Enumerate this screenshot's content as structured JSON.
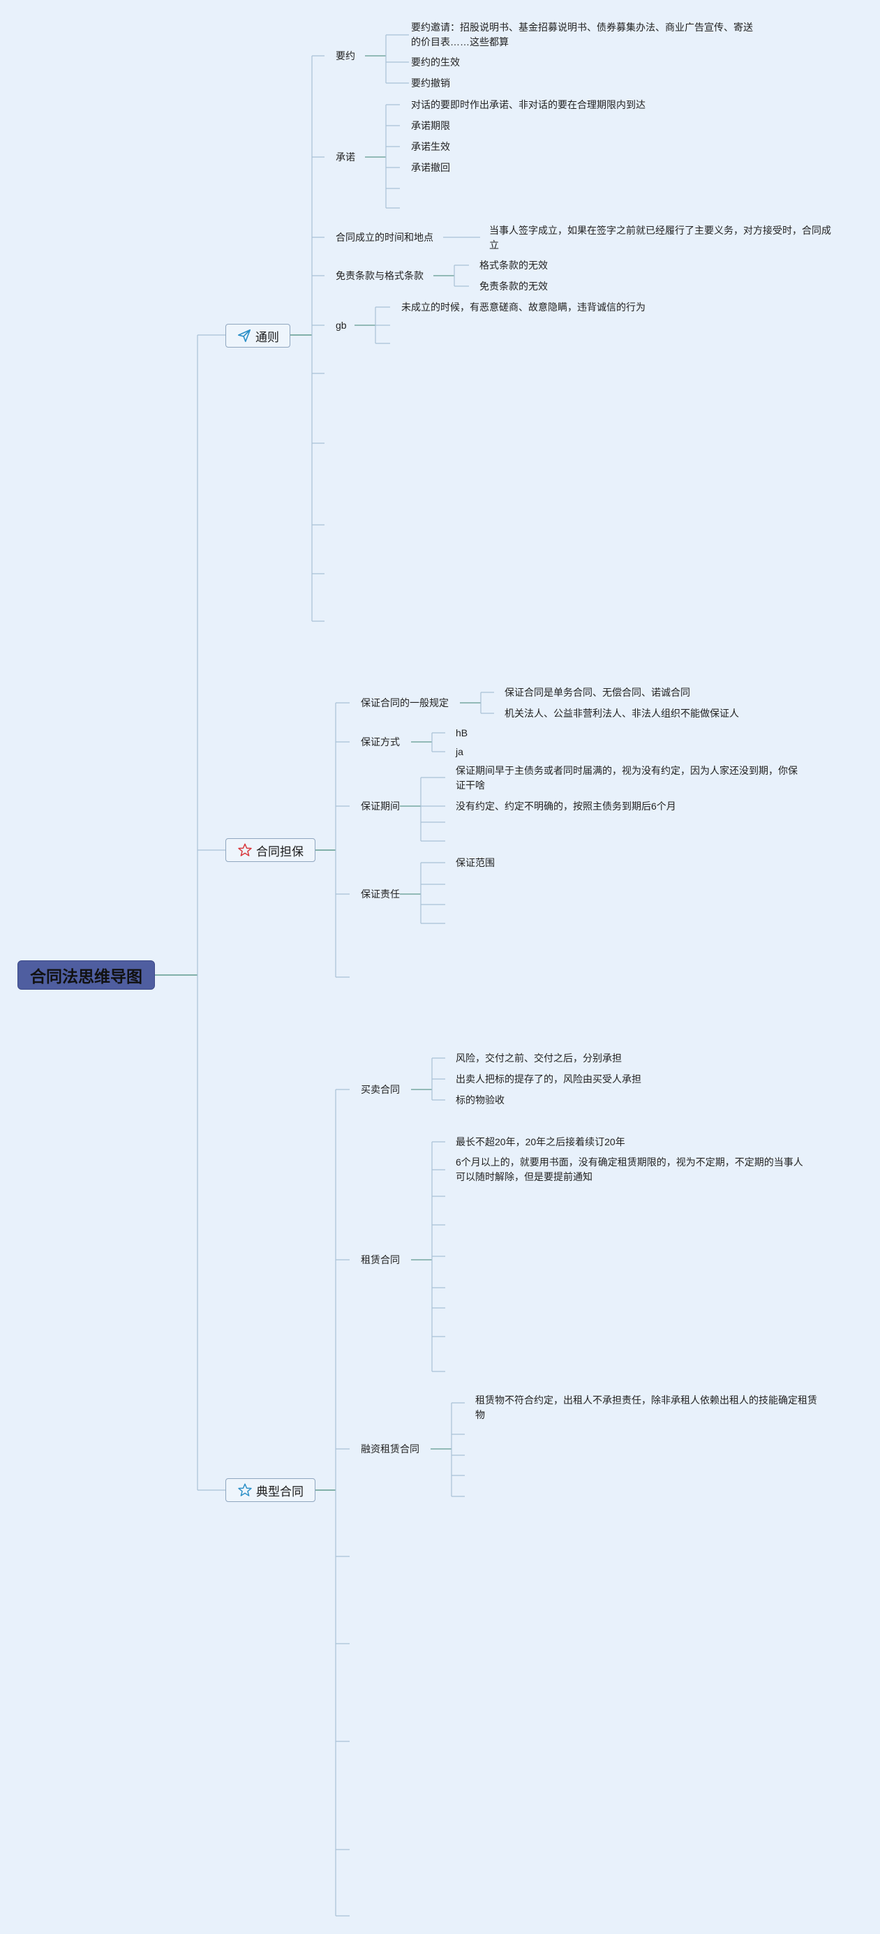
{
  "root": {
    "label": "合同法思维导图"
  },
  "topics": {
    "general": {
      "label": "通则",
      "icon": "paper-plane-icon",
      "children": {
        "offer": {
          "label": "要约",
          "items": [
            "要约邀请：招股说明书、基金招募说明书、债券募集办法、商业广告宣传、寄送的价目表……这些都算",
            "要约的生效",
            "要约撤销"
          ]
        },
        "acceptance": {
          "label": "承诺",
          "items": [
            "对话的要即时作出承诺、非对话的要在合理期限内到达",
            "承诺期限",
            "承诺生效",
            "承诺撤回"
          ]
        },
        "formation": {
          "label": "合同成立的时间和地点",
          "items": [
            "当事人签字成立，如果在签字之前就已经履行了主要义务，对方接受时，合同成立"
          ]
        },
        "exemption": {
          "label": "免责条款与格式条款",
          "items": [
            "格式条款的无效",
            "免责条款的无效"
          ]
        },
        "gb": {
          "label": "gb",
          "items": [
            "未成立的时候，有恶意磋商、故意隐瞒，违背诚信的行为"
          ]
        }
      }
    },
    "guarantee": {
      "label": "合同担保",
      "icon": "star-outline-icon",
      "children": {
        "rules": {
          "label": "保证合同的一般规定",
          "items": [
            "保证合同是单务合同、无偿合同、诺诚合同",
            "机关法人、公益非营利法人、非法人组织不能做保证人"
          ]
        },
        "method": {
          "label": "保证方式",
          "items": [
            "hB",
            "ja"
          ]
        },
        "period": {
          "label": "保证期间",
          "items": [
            "保证期间早于主债务或者同时届满的，视为没有约定，因为人家还没到期，你保证干啥",
            "没有约定、约定不明确的，按照主债务到期后6个月"
          ]
        },
        "liability": {
          "label": "保证责任",
          "items": [
            "保证范围"
          ]
        }
      }
    },
    "typical": {
      "label": "典型合同",
      "icon": "star-outline-icon",
      "children": {
        "sale": {
          "label": "买卖合同",
          "items": [
            "风险，交付之前、交付之后，分别承担",
            "出卖人把标的提存了的，风险由买受人承担",
            "标的物验收"
          ]
        },
        "lease": {
          "label": "租赁合同",
          "items": [
            "最长不超20年，20年之后接着续订20年",
            "6个月以上的，就要用书面，没有确定租赁期限的，视为不定期，不定期的当事人可以随时解除，但是要提前通知"
          ]
        },
        "finlease": {
          "label": "融资租赁合同",
          "items": [
            "租赁物不符合约定，出租人不承担责任，除非承租人依赖出租人的技能确定租赁物"
          ]
        }
      }
    }
  },
  "colors": {
    "background": "#e8f1fb",
    "root_fill": "#4f5ea0",
    "branch_line": "#5f9a8e",
    "leaf_line": "#a9c1d6",
    "topic_border": "#8fa6bf",
    "icon_plane": "#2b8fc7",
    "icon_star_red": "#d8353a",
    "icon_star_blue": "#2b8fc7"
  }
}
